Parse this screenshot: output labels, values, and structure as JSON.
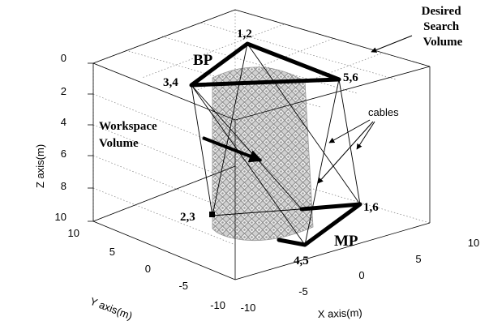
{
  "annotations": {
    "desired_search_volume": [
      "Desired",
      "Search",
      "Volume"
    ],
    "bp": "BP",
    "mp": "MP",
    "workspace_volume": [
      "Workspace",
      "Volume"
    ],
    "cables": "cables",
    "node_12": "1,2",
    "node_34": "3,4",
    "node_56": "5,6",
    "node_23": "2,3",
    "node_16": "1,6",
    "node_45": "4,5"
  },
  "axes": {
    "z_label": "Z axis(m)",
    "y_label": "Y axis(m)",
    "x_label": "X axis(m)",
    "z_ticks": [
      "0",
      "2",
      "4",
      "6",
      "8",
      "10"
    ],
    "y_ticks": [
      "10",
      "5",
      "0",
      "-5",
      "-10"
    ],
    "x_ticks": [
      "-10",
      "-5",
      "0",
      "5",
      "10"
    ]
  },
  "colors": {
    "workspace_fill": "#c8c8c8",
    "workspace_lattice": "#8a8a8a",
    "platform": "#000000"
  }
}
